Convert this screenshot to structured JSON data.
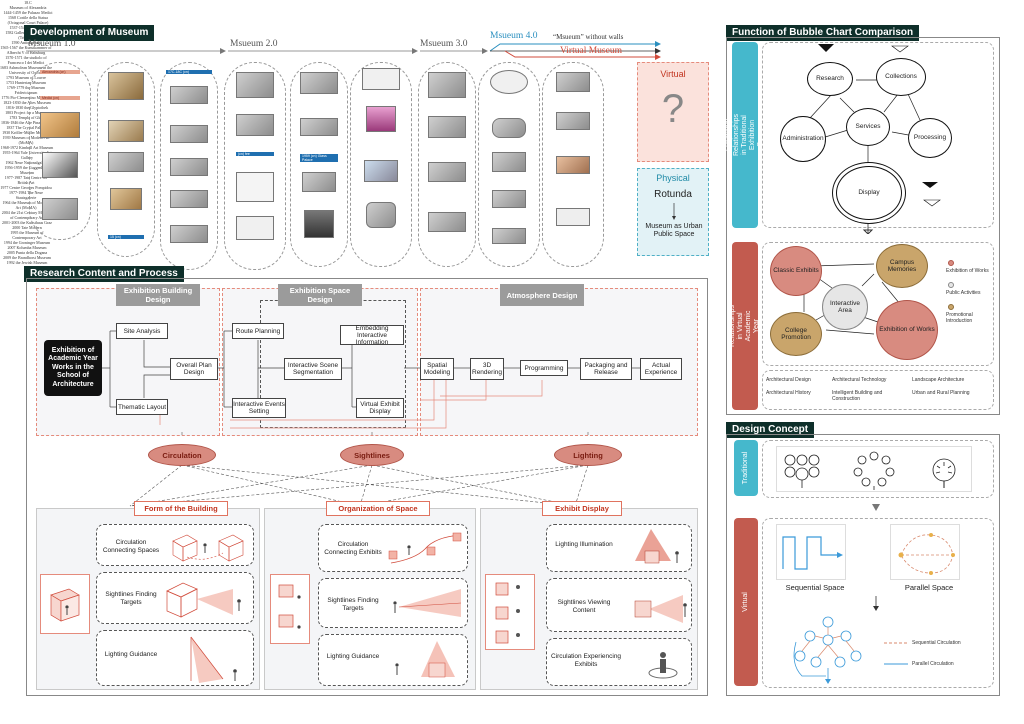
{
  "titles": {
    "dev": "Development of Museum",
    "research": "Research Content and Process",
    "bubble": "Function of Bubble Chart Comparison",
    "design": "Design Concept"
  },
  "eras": {
    "m1": "Msueum 1.0",
    "m2": "Msueum 2.0",
    "m3": "Msueum 3.0",
    "m4": "Msueum 4.0",
    "without_walls": "“Msueum” without walls",
    "virtual_museum": "Virtual Museum"
  },
  "timeline": {
    "c1": [
      "Alexandria (cn)",
      "18.C",
      "Museum of Alexandria",
      "Medici (cn)",
      "1444-1459 the Palazzo Medici",
      "1568 Cortile della Statua (Octagonal Court Palace)",
      "1537-1545 Villa Giulia"
    ],
    "c2": [
      "1582 Galleria degli Uffizi (Tribuna)",
      "1590 Antiquarium",
      "1565-1567 the Kunstkammer of Albrecht V of Habsburg",
      "1570-1571 the studiolo of Francesco I dei Medici",
      "15 (cn)"
    ],
    "c3": [
      "17C-18C (cn)",
      "1683 Ashmolean Museum in the University of Oxford",
      "1793 Museum of Louvre",
      "1753 Hunterian Museum",
      "1769-1779 the Museum Fridericianum",
      "1776 Pio-Clementino Museum"
    ],
    "c4": [
      "1823-1830 the Altes Museum",
      "1816-1830 the Glyptothek",
      "1803 Project for a Museum",
      "1783 Temple of Glory",
      "(cn) fee"
    ],
    "c5": [
      "1836-1846 the Alte Pinakothek",
      "1837 The Crystal Palace",
      "1959 (cn) Glass Palace",
      "1930 Kröller-Müller Museum",
      "1939 Museum of Modern Art (MoMA)"
    ],
    "c6": [
      "1968-1972 Kimbell Art Museum",
      "1955-1964 Yale University Art Gallery",
      "1962 Neue Nationalgalerie",
      "1956-1959 the Guggenheim Museum"
    ],
    "c7": [
      "1977-1987 Tate Centre for British Art",
      "1977 Centre Georges Pompidou",
      "1977-1984 The Neue Staatsgalerie",
      "1964 the Museum of Modern Art (MoMA)"
    ],
    "c8": [
      "2004 the 21st Century Museum of Contemporary Art",
      "2001-2003 the Kunsthaus Graz",
      "2000 Tate Modern",
      "1995 the Museum of Contemporary Art",
      "1994 the Groninger Museum"
    ],
    "c9": [
      "2007 Kolumba Museum",
      "2005 Punta della Dogana",
      "2009 the Brandhorst Museum",
      "1992 the Jewish Museum"
    ]
  },
  "virtual_box": {
    "label": "Virtual",
    "mark": "?"
  },
  "physical_box": {
    "label": "Physical",
    "title": "Rotunda",
    "subtitle": "Museum as Urban Public Space"
  },
  "process": {
    "headers": [
      "Exhibition Building Design",
      "Exhibition Space Design",
      "Atmosphere Design"
    ],
    "start": "Exhibition of Academic Year Works in the School of Architecture",
    "steps": {
      "site": "Site Analysis",
      "thematic": "Thematic Layout",
      "overall": "Overall Plan Design",
      "route": "Route Planning",
      "events": "Interactive Events Setting",
      "scene": "Interactive Scene Segmentation",
      "embed": "Embedding Interactive Information",
      "vdisplay": "Virtual Exhibit Display",
      "spatial": "Spatial Modeling",
      "render": "3D Rendering",
      "program": "Programming",
      "package": "Packaging and Release",
      "actual": "Actual Experience"
    },
    "factors": [
      "Circulation",
      "Sightlines",
      "Lighting"
    ]
  },
  "panels": [
    {
      "title": "Form of the Building",
      "items": [
        "Circulation Connecting Spaces",
        "Sightlines Finding Targets",
        "Lighting Guidance"
      ]
    },
    {
      "title": "Organization of Space",
      "items": [
        "Circulation Connecting Exhibits",
        "Sightlines Finding Targets",
        "Lighting Guidance"
      ]
    },
    {
      "title": "Exhibit Display",
      "items": [
        "Lighting Illumination",
        "Sightlines Viewing Content",
        "Circulation Experiencing Exhibits"
      ]
    }
  ],
  "bubble": {
    "trad_label": "Functional Relationships in Traditional Exhibition Spaces",
    "virt_label": "Functional Relationships in Virtual Academic Year Exhibitions",
    "trad_nodes": [
      "Research",
      "Collections",
      "Administration",
      "Services",
      "Processing",
      "Display"
    ],
    "virt_nodes": [
      "Classic Exhibits",
      "Campus Memories",
      "Interactive Area",
      "College Promotion",
      "Exhibition of Works"
    ],
    "legend": [
      "Exhibition of Works",
      "Public Activities",
      "Promotional Introduction"
    ],
    "legend_colors": [
      "#d88b80",
      "#e6e6e6",
      "#c9a56b"
    ],
    "disciplines": [
      "Architectural Design",
      "Architectural Technology",
      "Landscape Architecture",
      "Architectural History",
      "Intelligent Building and Construction",
      "Urban and Rural Planning"
    ]
  },
  "concept": {
    "traditional": "Traditional",
    "virtual": "Virtual",
    "seq": "Sequential Space",
    "par": "Parallel Space",
    "legend": [
      "Sequential Circulation",
      "Parallel Circulation"
    ],
    "colors": {
      "seq": "#d98a6e",
      "par": "#3b9ad9"
    }
  }
}
